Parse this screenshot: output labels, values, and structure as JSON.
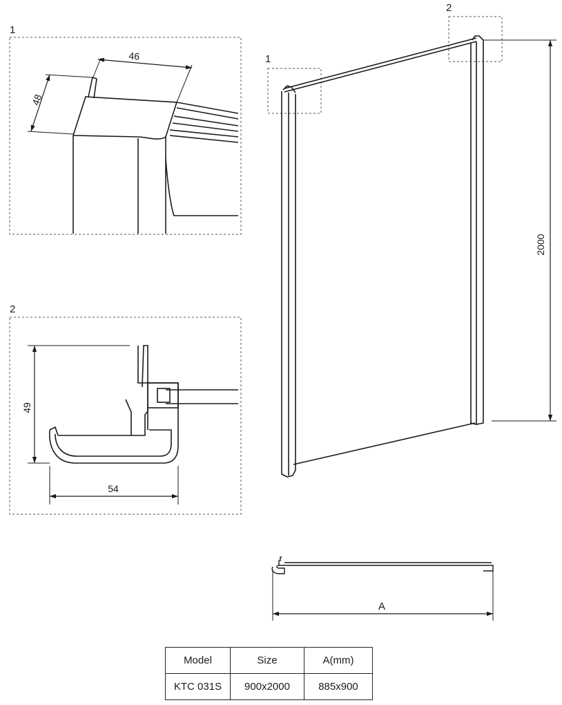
{
  "detail1": {
    "number": "1",
    "dim_width": "46",
    "dim_depth": "48"
  },
  "detail2": {
    "number": "2",
    "dim_height": "49",
    "dim_width": "54"
  },
  "main_view": {
    "callout1": "1",
    "callout2": "2",
    "height_label": "2000"
  },
  "plan_view": {
    "width_label": "A"
  },
  "spec_table": {
    "headers": [
      "Model",
      "Size",
      "A(mm)"
    ],
    "rows": [
      [
        "KTC 031S",
        "900x2000",
        "885x900"
      ]
    ]
  },
  "colors": {
    "line": "#1a1a1a",
    "dash": "#555555"
  }
}
